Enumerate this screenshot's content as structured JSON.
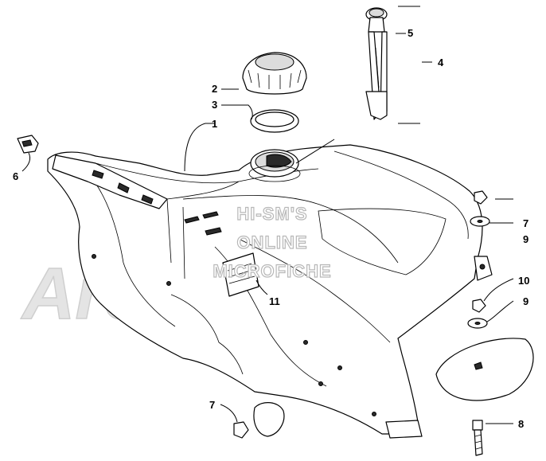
{
  "watermark": {
    "brand": "ArcticCat",
    "line1": "HI-SM'S",
    "line2": "ONLINE",
    "line3": "MICROFICHE"
  },
  "callouts": {
    "c1": "1",
    "c2": "2",
    "c3": "3",
    "c4": "4",
    "c5": "5",
    "c6": "6",
    "c7a": "7",
    "c7b": "7",
    "c8": "8",
    "c9a": "9",
    "c9b": "9",
    "c10": "10",
    "c11": "11"
  }
}
